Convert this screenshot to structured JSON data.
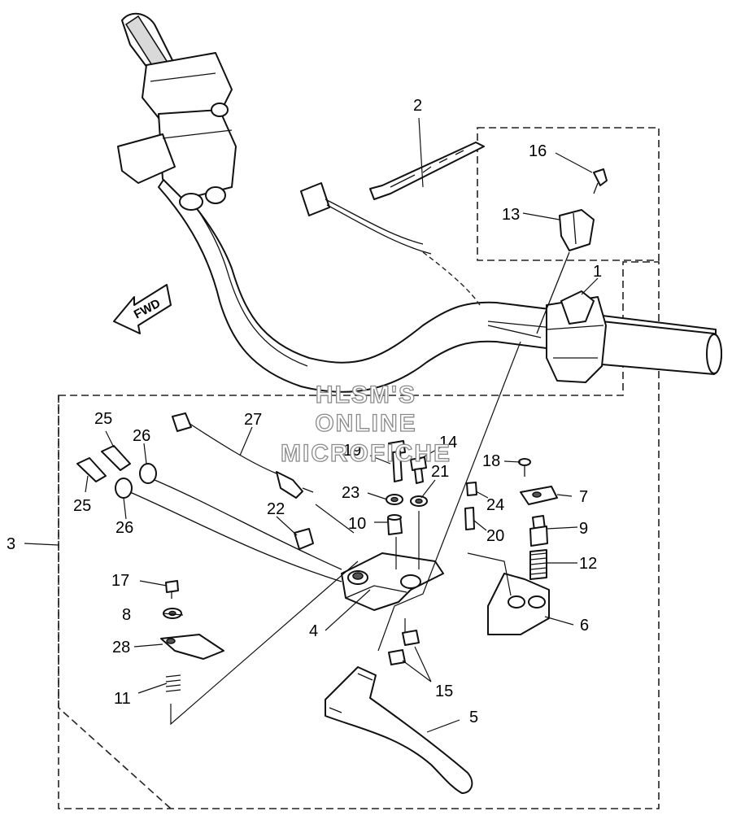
{
  "callouts": {
    "c1": "1",
    "c2": "2",
    "c3": "3",
    "c4": "4",
    "c5": "5",
    "c6": "6",
    "c7": "7",
    "c8": "8",
    "c9": "9",
    "c10": "10",
    "c11": "11",
    "c12": "12",
    "c13": "13",
    "c14": "14",
    "c15": "15",
    "c16": "16",
    "c17": "17",
    "c18": "18",
    "c19": "19",
    "c20": "20",
    "c21": "21",
    "c22": "22",
    "c23": "23",
    "c24": "24",
    "c25a": "25",
    "c25b": "25",
    "c26a": "26",
    "c26b": "26",
    "c27": "27",
    "c28": "28"
  },
  "direction_label": "FWD",
  "watermark": {
    "line1": "HLSM'S",
    "line2": "ONLINE",
    "line3": "MICROFICHE"
  }
}
